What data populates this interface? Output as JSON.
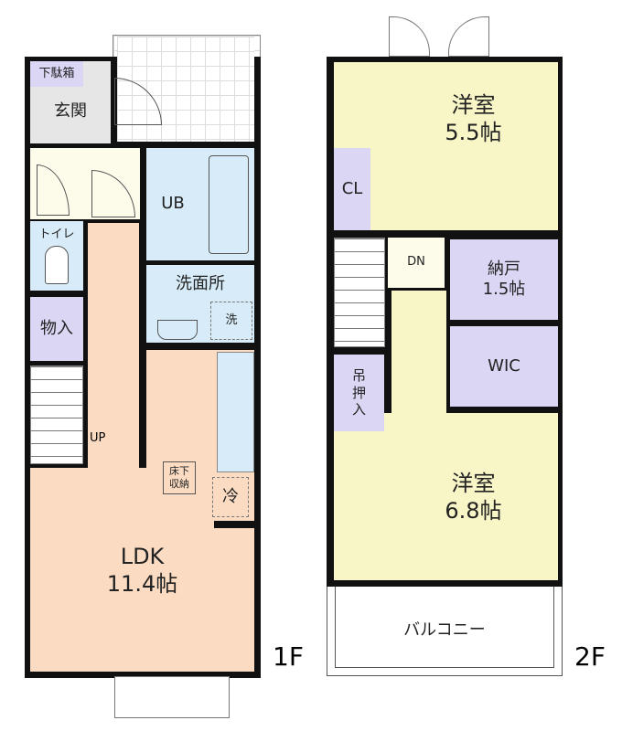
{
  "floor1": {
    "label": "1F",
    "rooms": {
      "shoebox": "下駄箱",
      "entrance": "玄関",
      "toilet": "トイレ",
      "storage": "物入",
      "bath": "UB",
      "washroom": "洗面所",
      "washer": "洗",
      "underfloor": "床下\n収納",
      "fridge": "冷",
      "ldk_name": "LDK",
      "ldk_size": "11.4帖",
      "stairs": "UP"
    }
  },
  "floor2": {
    "label": "2F",
    "rooms": {
      "west_name": "洋室",
      "west_size": "5.5帖",
      "closet": "CL",
      "stairs": "DN",
      "storeroom_name": "納戸",
      "storeroom_size": "1.5帖",
      "wic": "WIC",
      "hanging_closet": "吊\n押\n入",
      "room2_name": "洋室",
      "room2_size": "6.8帖",
      "balcony": "バルコニー"
    }
  }
}
